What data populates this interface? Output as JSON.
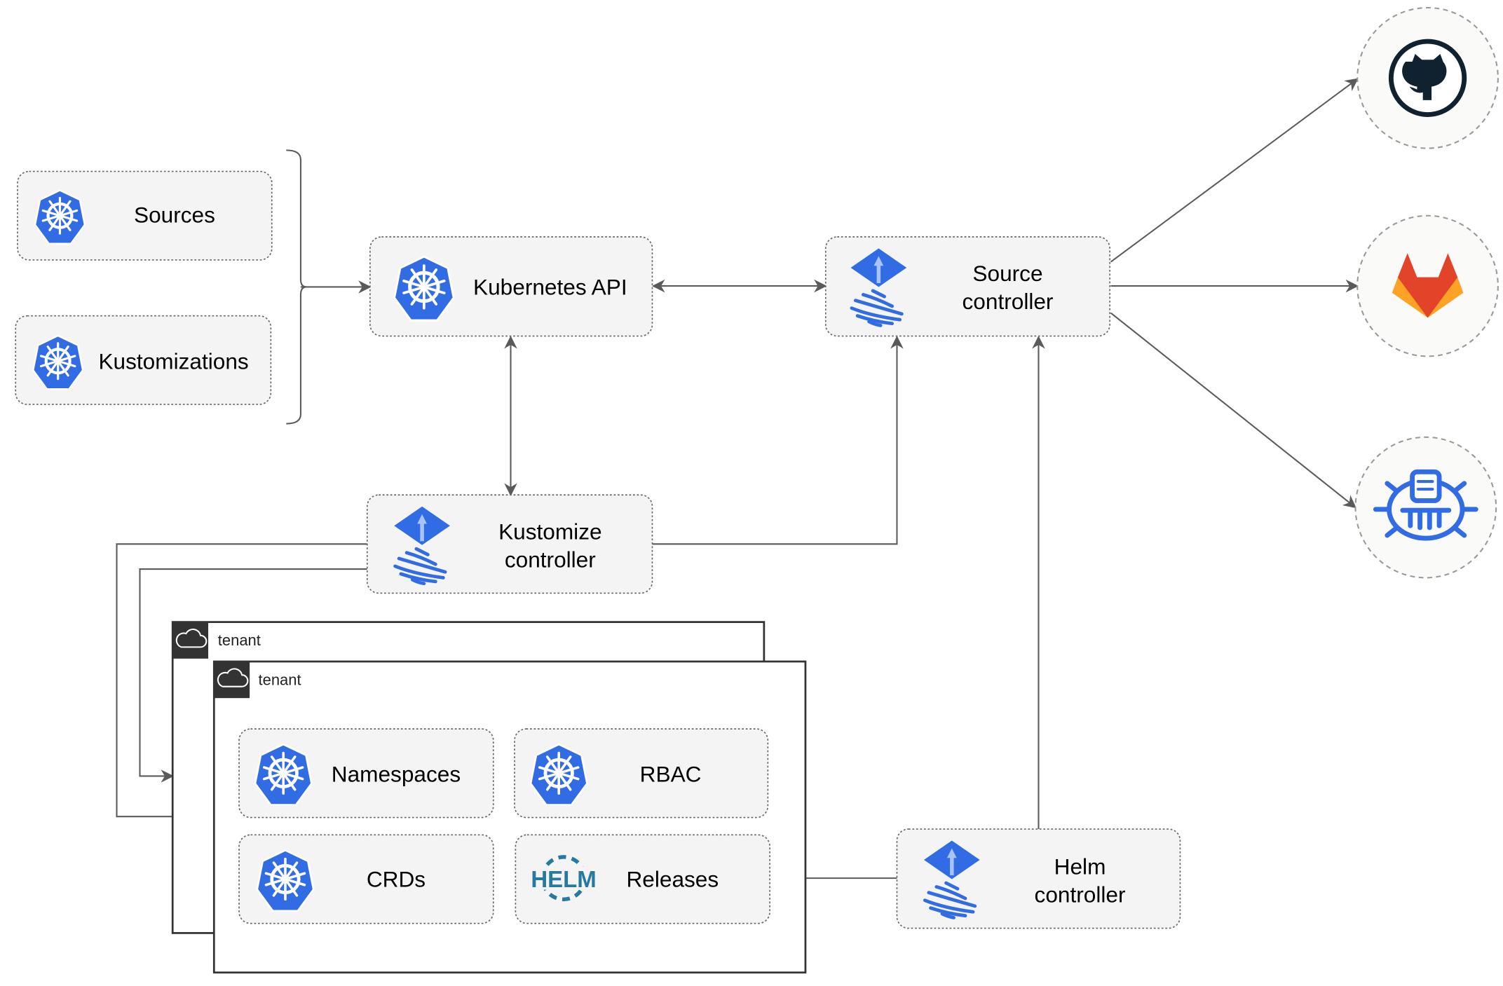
{
  "nodes": {
    "sources": "Sources",
    "kustomizations": "Kustomizations",
    "kubernetes_api": "Kubernetes API",
    "source_controller": [
      "Source",
      "controller"
    ],
    "kustomize_controller": [
      "Kustomize",
      "controller"
    ],
    "helm_controller": [
      "Helm",
      "controller"
    ],
    "namespaces": "Namespaces",
    "rbac": "RBAC",
    "crds": "CRDs",
    "releases": "Releases"
  },
  "tenants": [
    "tenant",
    "tenant"
  ],
  "external_sources": [
    "github-icon",
    "gitlab-icon",
    "bucket-icon"
  ],
  "icons": {
    "kubernetes": "kubernetes-helm-wheel-icon",
    "flux": "flux-icon",
    "helm": "helm-logo",
    "tenant": "cloud-icon"
  },
  "helm_logo_text": "HELM",
  "colors": {
    "kubernetes_blue": "#326ce5",
    "helm_blue": "#277a9f",
    "gitlab_orange": "#e24329",
    "github_dark": "#10222f",
    "tenant_header": "#333333"
  }
}
